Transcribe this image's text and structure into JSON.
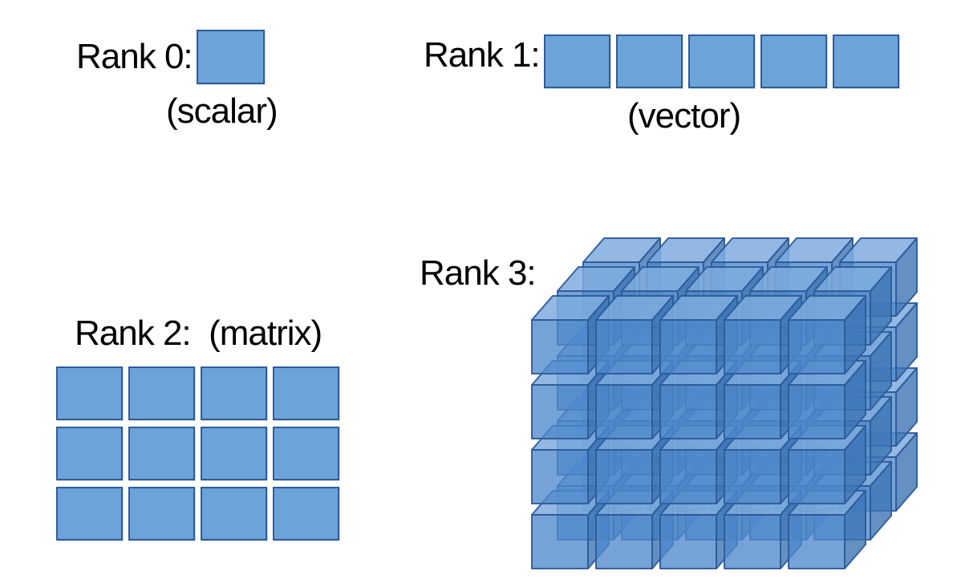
{
  "background": "#FFFFFF",
  "text_color": "#000000",
  "colors": {
    "square_fill": "#6CA3D9",
    "square_border": "#2E5C99",
    "cube_front": "#4F89CC",
    "cube_top": "#7FACDE",
    "cube_side": "#3D74B5",
    "cube_stroke": "#2E5C99"
  },
  "figures": {
    "rank0": {
      "label": "Rank 0:",
      "caption": "(scalar)",
      "cells": 1
    },
    "rank1": {
      "label": "Rank 1:",
      "caption": "(vector)",
      "cells": 5
    },
    "rank2": {
      "label": "Rank 2:  (matrix)",
      "cols": 4,
      "rows": 3
    },
    "rank3": {
      "label": "Rank 3:",
      "cols": 5,
      "rows": 4,
      "layers": 3
    }
  }
}
